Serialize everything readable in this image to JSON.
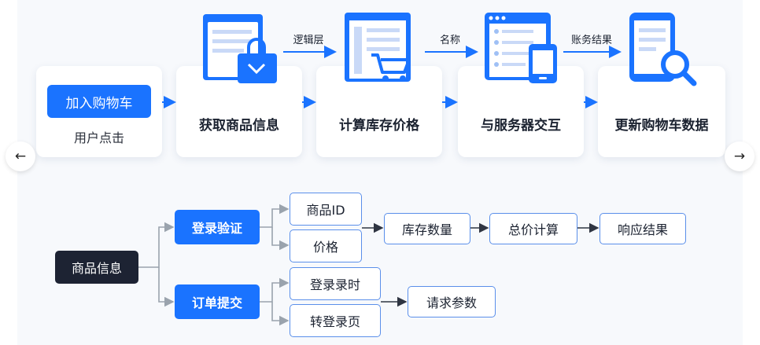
{
  "flow": {
    "start_button": "加入购物车",
    "start_caption": "用户点击",
    "steps": [
      {
        "label": "获取商品信息",
        "icon": "document-bag-icon"
      },
      {
        "label": "计算库存价格",
        "icon": "document-cart-icon"
      },
      {
        "label": "与服务器交互",
        "icon": "browser-phone-icon"
      },
      {
        "label": "更新购物车数据",
        "icon": "phone-search-icon"
      }
    ],
    "edge_labels": [
      "逻辑层",
      "名称",
      "账务结果"
    ]
  },
  "nav": {
    "prev_icon": "←",
    "next_icon": "→"
  },
  "tree": {
    "root": "商品信息",
    "branch_login": "登录验证",
    "branch_order": "订单提交",
    "login_items": [
      "商品ID",
      "价格"
    ],
    "login_chain": [
      "库存数量",
      "总价计算",
      "响应结果"
    ],
    "order_items": [
      "登录录时",
      "转登录页"
    ],
    "order_result": "请求参数"
  },
  "colors": {
    "accent": "#1a73ff",
    "dark": "#1d2333",
    "outline": "#5a8fea",
    "connector": "#9aa3ad"
  }
}
